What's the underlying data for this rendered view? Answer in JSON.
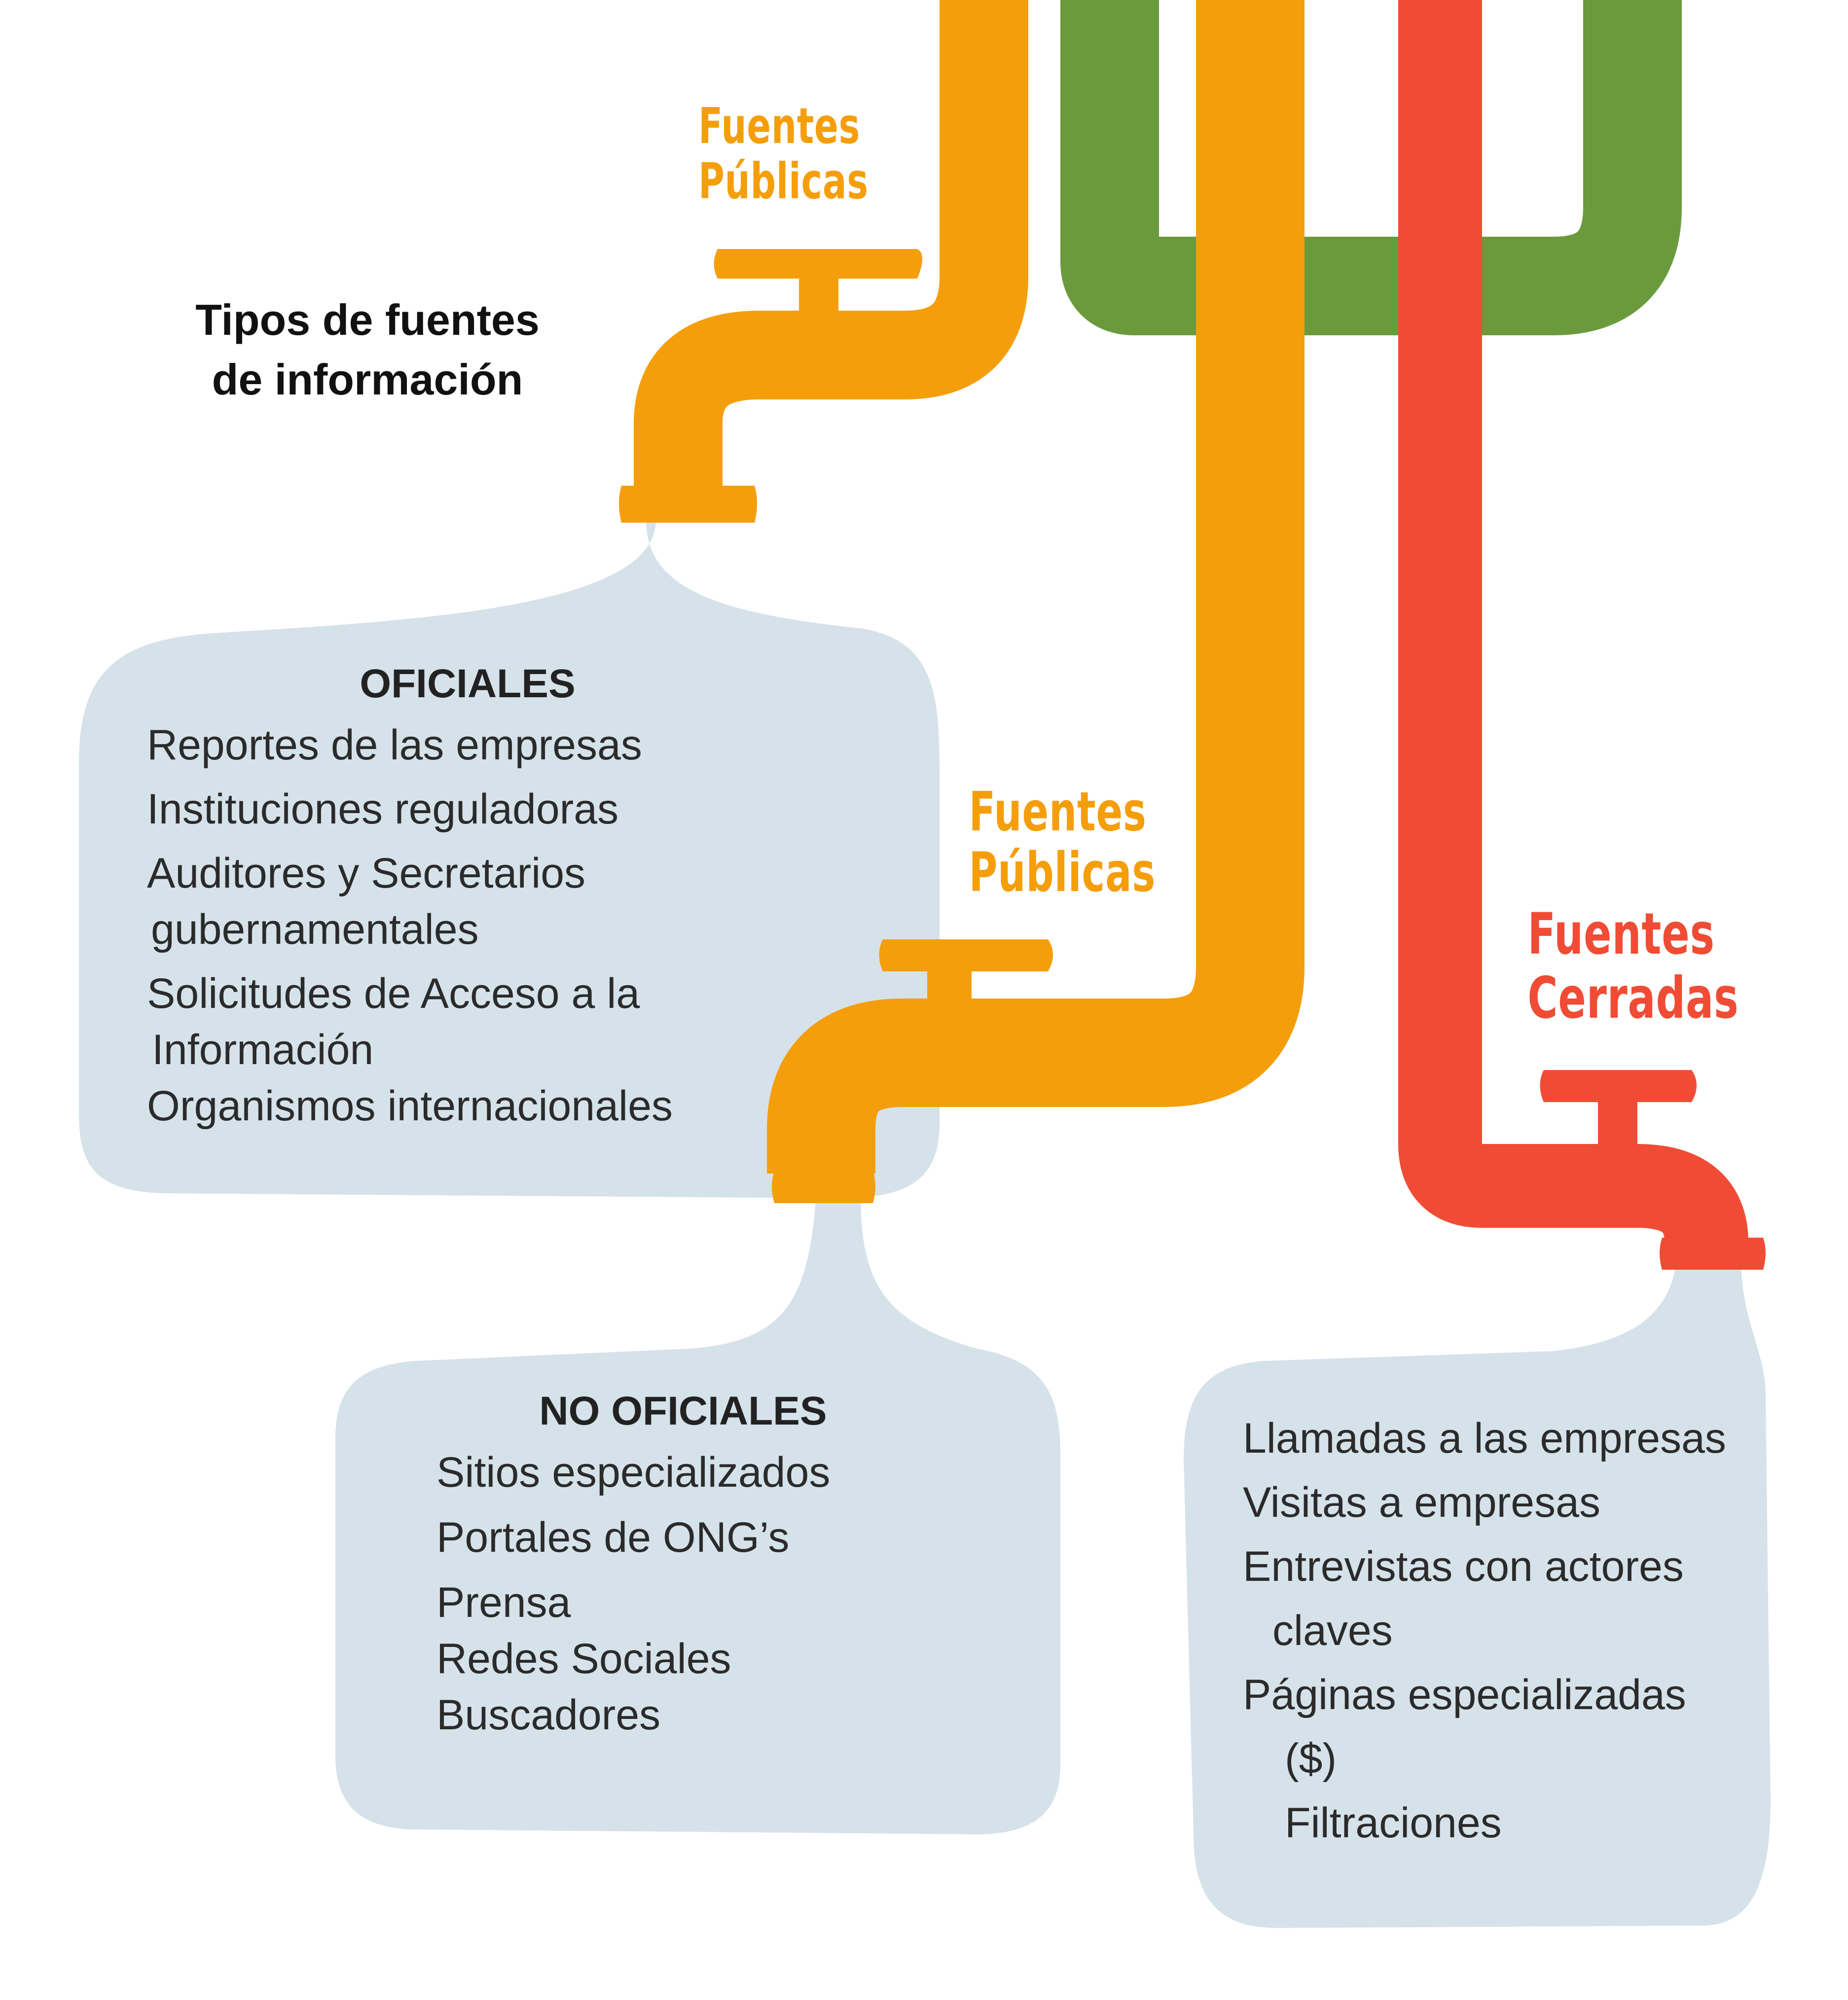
{
  "title": {
    "line1": "Tipos de fuentes",
    "line2": "de información"
  },
  "taps": {
    "top": {
      "line1": "Fuentes",
      "line2": "Públicas"
    },
    "middle": {
      "line1": "Fuentes",
      "line2": "Públicas"
    },
    "right": {
      "line1": "Fuentes",
      "line2": "Cerradas"
    }
  },
  "pools": {
    "oficiales": {
      "heading": "OFICIALES",
      "items": [
        "Reportes de las empresas",
        "Instituciones reguladoras",
        "Auditores y Secretarios",
        "gubernamentales",
        "Solicitudes de Acceso a la",
        "Información",
        "Organismos internacionales"
      ]
    },
    "no_oficiales": {
      "heading": "NO OFICIALES",
      "items": [
        "Sitios especializados",
        "Portales de ONG’s",
        "Prensa",
        "Redes Sociales",
        "Buscadores"
      ]
    },
    "cerradas": {
      "items": [
        "Llamadas a las empresas",
        "Visitas a empresas",
        "Entrevistas con actores",
        "claves",
        "Páginas especializadas",
        "($)",
        "Filtraciones"
      ]
    }
  },
  "colors": {
    "orange": "#F59E0B",
    "green": "#6B9A3C",
    "red": "#F04C35",
    "water": "#D6E2EA",
    "text": "#2b2b2b"
  }
}
